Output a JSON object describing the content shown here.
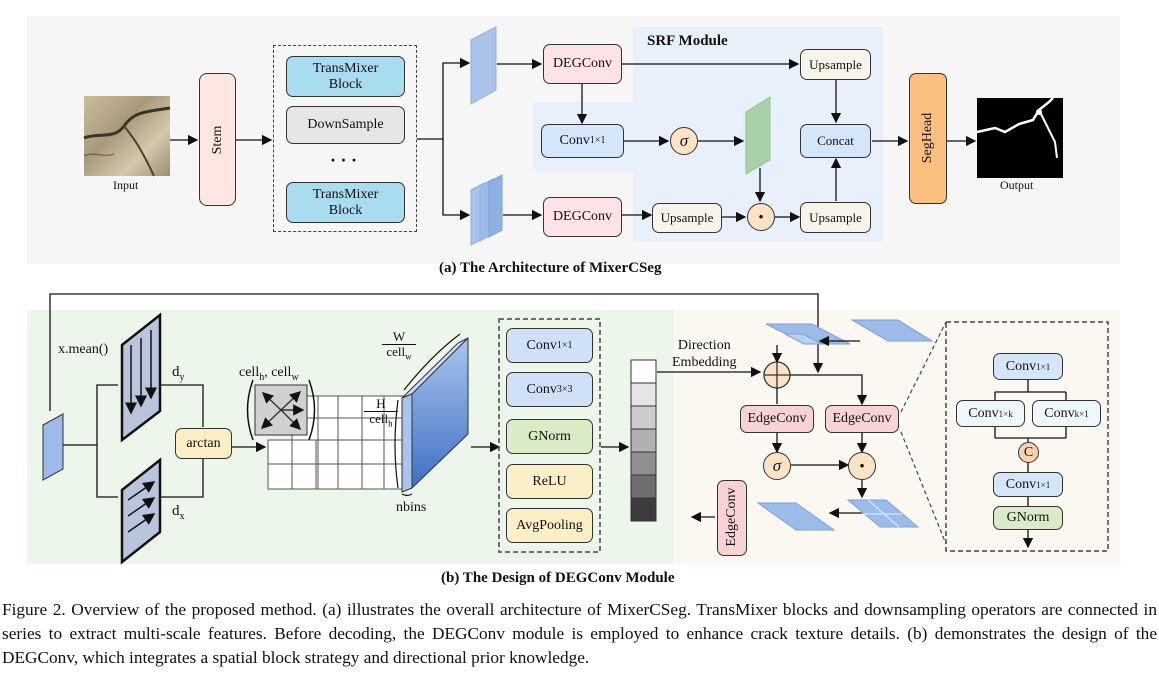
{
  "part_a": {
    "title": "(a) The Architecture of MixerCSeg",
    "input_label": "Input",
    "output_label": "Output",
    "stem": "Stem",
    "encoder": {
      "block1": [
        "TransMixer",
        "Block"
      ],
      "downsample": "DownSample",
      "ellipsis": "· · ·",
      "block2": [
        "TransMixer",
        "Block"
      ]
    },
    "srf_title": "SRF Module",
    "degconv_top": "DEGConv",
    "degconv_bottom": "DEGConv",
    "conv1x1_base": "Conv",
    "conv1x1_sub": "1×1",
    "sigma": "σ",
    "dot": "·",
    "upsample_top": "Upsample",
    "upsample_mid": "Upsample",
    "upsample_right": "Upsample",
    "concat": "Concat",
    "seghead": "SegHead"
  },
  "part_b": {
    "title": "(b) The Design of DEGConv Module",
    "xmean": "x.mean()",
    "dy_base": "d",
    "dy_sub": "y",
    "dx_base": "d",
    "dx_sub": "x",
    "arctan": "arctan",
    "cell_label": {
      "cell": "cell",
      "h": "h",
      "sep": ", ",
      "w": "w"
    },
    "w_frac": {
      "num": "W",
      "den": "cell",
      "den_sub": "w"
    },
    "h_frac": {
      "num": "H",
      "den": "cell",
      "den_sub": "h"
    },
    "nbins": "nbins",
    "ops": [
      {
        "base": "Conv",
        "sub": "1×1",
        "color": "#cfe0f7"
      },
      {
        "base": "Conv",
        "sub": "3×3",
        "color": "#cfe0f7"
      },
      {
        "base": "GNorm",
        "sub": "",
        "color": "#d9ebc7"
      },
      {
        "base": "ReLU",
        "sub": "",
        "color": "#fbefc6"
      },
      {
        "base": "AvgPooling",
        "sub": "",
        "color": "#fbefc6"
      }
    ],
    "direction_embedding": [
      "Direction",
      "Embedding"
    ],
    "edgeconv_left": "EdgeConv",
    "edgeconv_right": "EdgeConv",
    "edgeconv_vertical": "EdgeConv",
    "sigma": "σ",
    "dot": "·",
    "detail": {
      "conv_top_base": "Conv",
      "conv_top_sub": "1×1",
      "conv_1k_base": "Conv",
      "conv_1k_sub": "1×k",
      "conv_k1_base": "Conv",
      "conv_k1_sub": "k×1",
      "concat_symbol": "C",
      "conv_bot_base": "Conv",
      "conv_bot_sub": "1×1",
      "gnorm": "GNorm"
    }
  },
  "caption": "Figure 2. Overview of the proposed method. (a) illustrates the overall architecture of MixerCSeg. TransMixer blocks and downsampling operators are connected in series to extract multi-scale features. Before decoding, the DEGConv module is employed to enhance crack texture details. (b) demonstrates the design of the DEGConv, which integrates a spatial block strategy and directional prior knowledge.",
  "colors": {
    "panel_a_bg": "#f6f6f6",
    "srf_bg": "#e8f0fb",
    "panel_b_left_bg": "#edf6ea",
    "panel_b_right_bg": "#fbf8f1",
    "transmixer": "#a9dcef",
    "stem": "#fde7e0",
    "degconv": "#fde2e6",
    "conv_blue": "#d6e6fa",
    "seghead": "#fbbf80",
    "upsample": "#f7f5ea",
    "circle": "#fde3c6"
  }
}
